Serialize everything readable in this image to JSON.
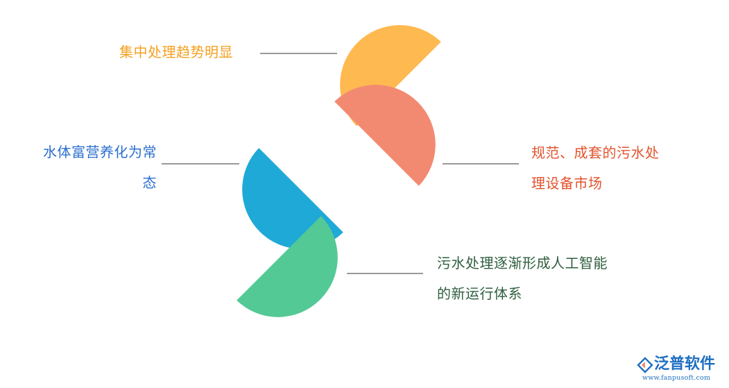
{
  "diagram": {
    "petals": [
      {
        "id": "top",
        "color": "#ffb951",
        "text_lines": [
          "集中处理趋势明显"
        ],
        "text_color": "#f5a020"
      },
      {
        "id": "right",
        "color": "#f28a71",
        "text_lines": [
          "规范、成套的污水处",
          "理设备市场"
        ],
        "text_color": "#e2532e"
      },
      {
        "id": "left",
        "color": "#1fa9d6",
        "text_lines": [
          "水体富营养化为常",
          "态"
        ],
        "text_color": "#2a6fcf"
      },
      {
        "id": "bottom",
        "color": "#53c995",
        "text_lines": [
          "污水处理逐渐形成人工智能",
          "的新运行体系"
        ],
        "text_color": "#2e5e3e"
      }
    ],
    "connector_color": "#333333"
  },
  "logo": {
    "name": "泛普软件",
    "url": "www.fanpusoft.com",
    "color": "#1f6fc2"
  }
}
